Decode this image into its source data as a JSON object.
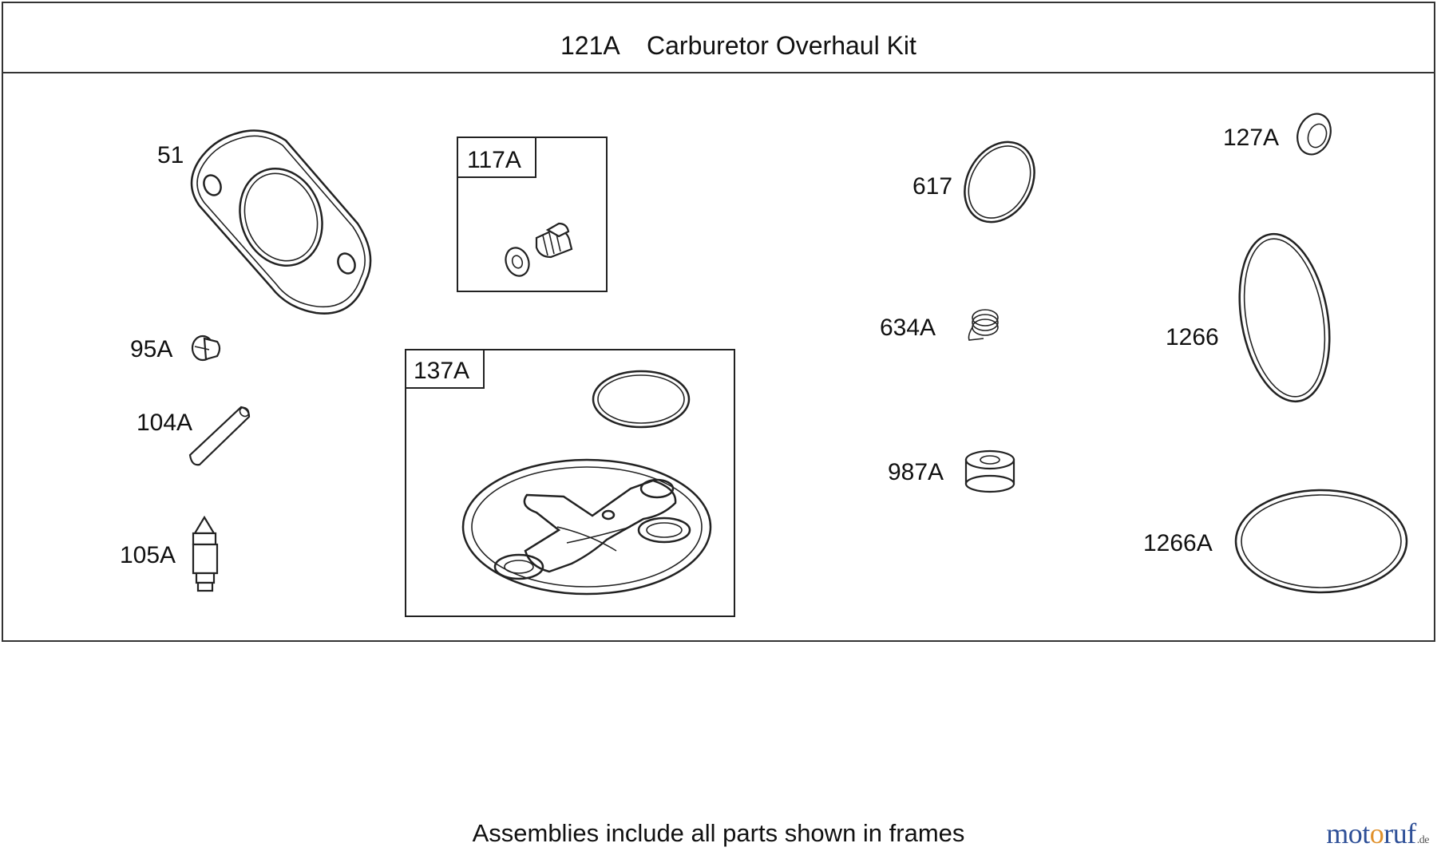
{
  "header": {
    "kit_number": "121A",
    "kit_name": "Carburetor Overhaul Kit"
  },
  "parts": {
    "p51": "51",
    "p117A": "117A",
    "p95A": "95A",
    "p104A": "104A",
    "p105A": "105A",
    "p137A": "137A",
    "p617": "617",
    "p634A": "634A",
    "p987A": "987A",
    "p127A": "127A",
    "p1266": "1266",
    "p1266A": "1266A"
  },
  "footer": {
    "note": "Assemblies include all parts shown in frames"
  },
  "brand": {
    "name_a": "mot",
    "name_b": "o",
    "name_c": "ruf",
    "tld": ".de"
  }
}
